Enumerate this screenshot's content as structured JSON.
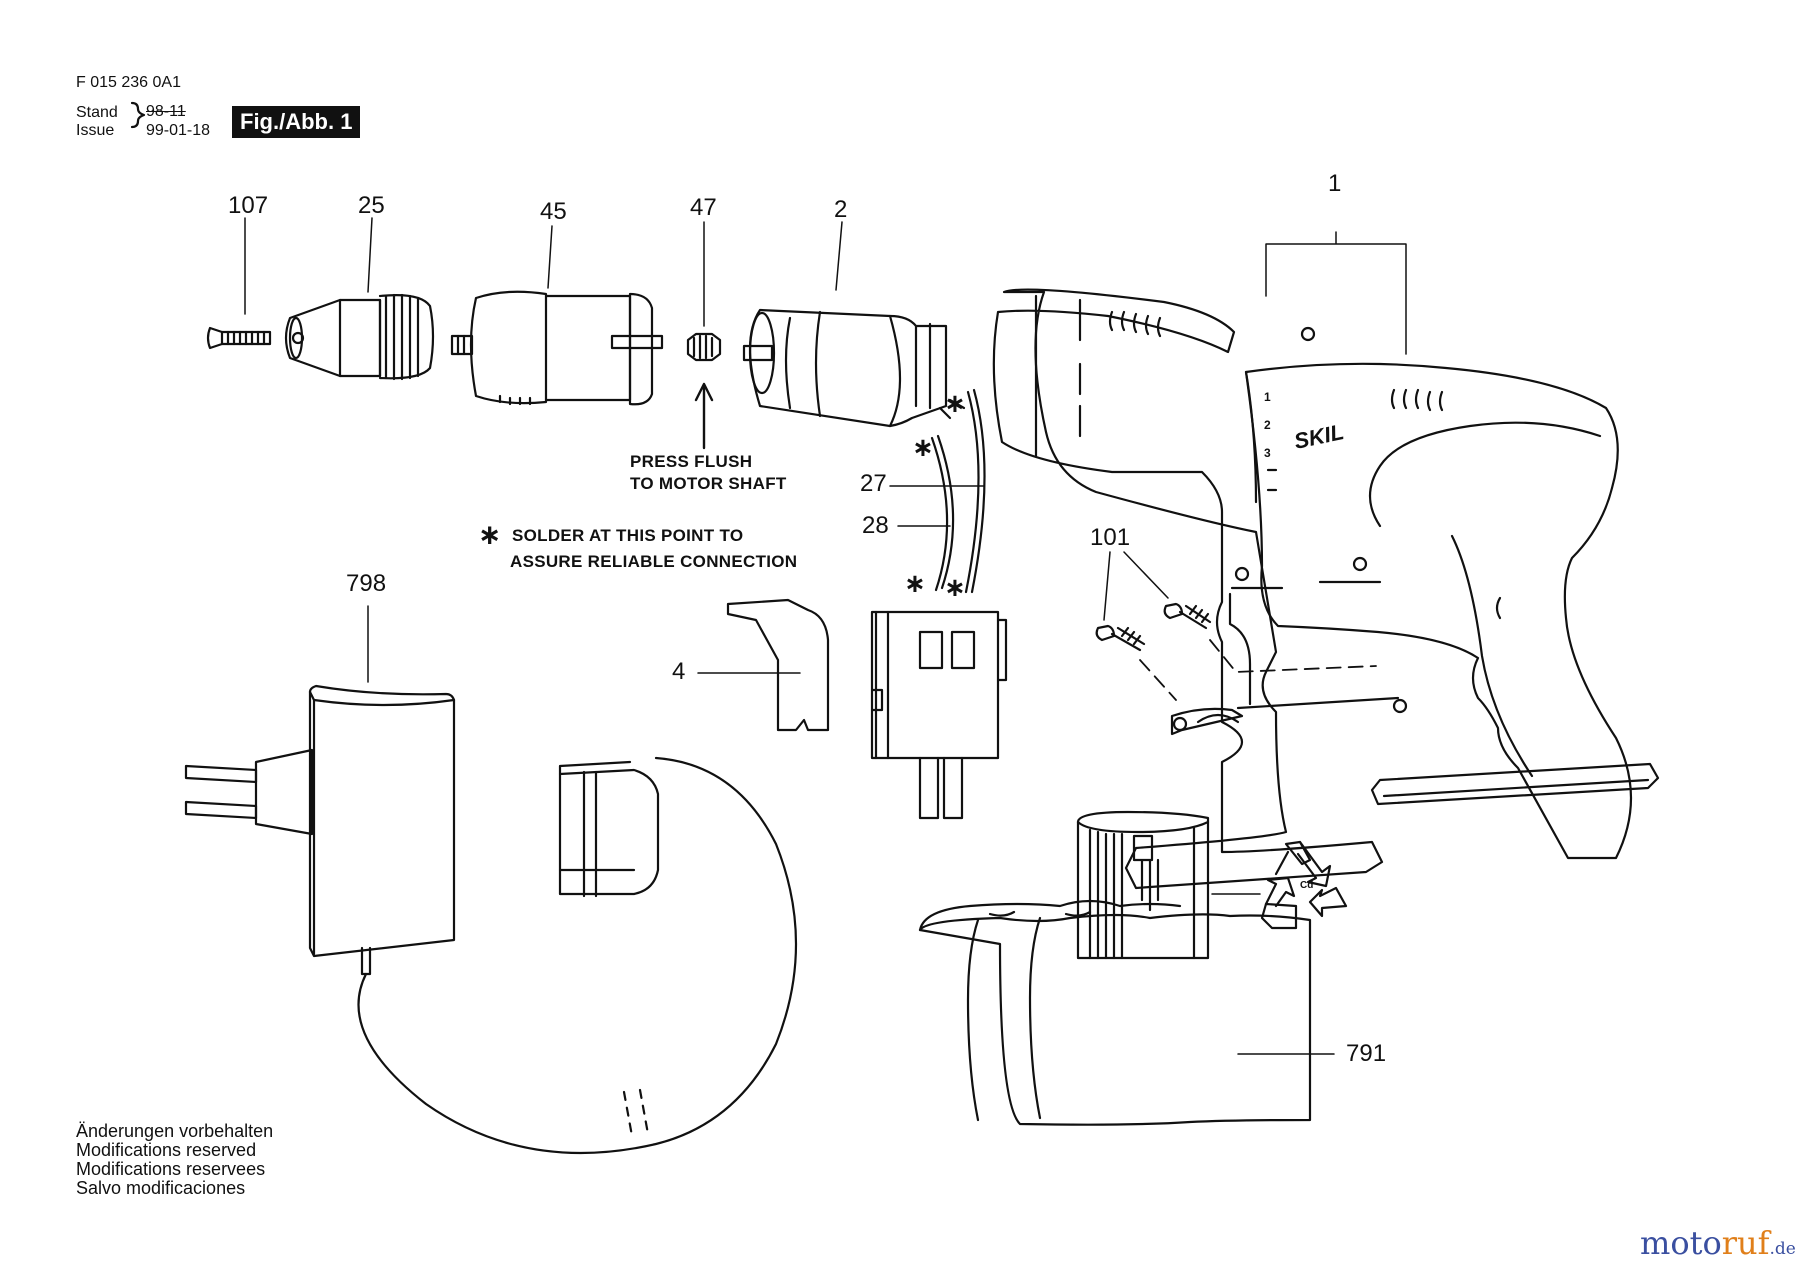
{
  "header": {
    "doc_number": "F 015 236 0A1",
    "stand_label": "Stand",
    "issue_label": "Issue",
    "stand_date": "98-11",
    "issue_date": "99-01-18",
    "figure_label": "Fig./Abb. 1"
  },
  "part_numbers": {
    "p107": "107",
    "p25": "25",
    "p45": "45",
    "p47": "47",
    "p2": "2",
    "p1": "1",
    "p27": "27",
    "p28": "28",
    "p101": "101",
    "p4": "4",
    "p798": "798",
    "p791": "791"
  },
  "notes": {
    "press_flush_1": "PRESS FLUSH",
    "press_flush_2": "TO MOTOR SHAFT",
    "solder_marker": "∗",
    "solder_1": "SOLDER AT THIS POINT TO",
    "solder_2": "ASSURE RELIABLE CONNECTION"
  },
  "housing_markings": {
    "brand": "SKIL",
    "speed_1": "1",
    "speed_2": "2",
    "speed_3": "3"
  },
  "battery_markings": {
    "recycle_text": "Cd"
  },
  "footer": {
    "line_de": "Änderungen vorbehalten",
    "line_en": "Modifications reserved",
    "line_fr": "Modifications reservees",
    "line_es": "Salvo modificaciones"
  },
  "watermark": {
    "part1": "moto",
    "part2": "ruf",
    "part3": ".de"
  }
}
